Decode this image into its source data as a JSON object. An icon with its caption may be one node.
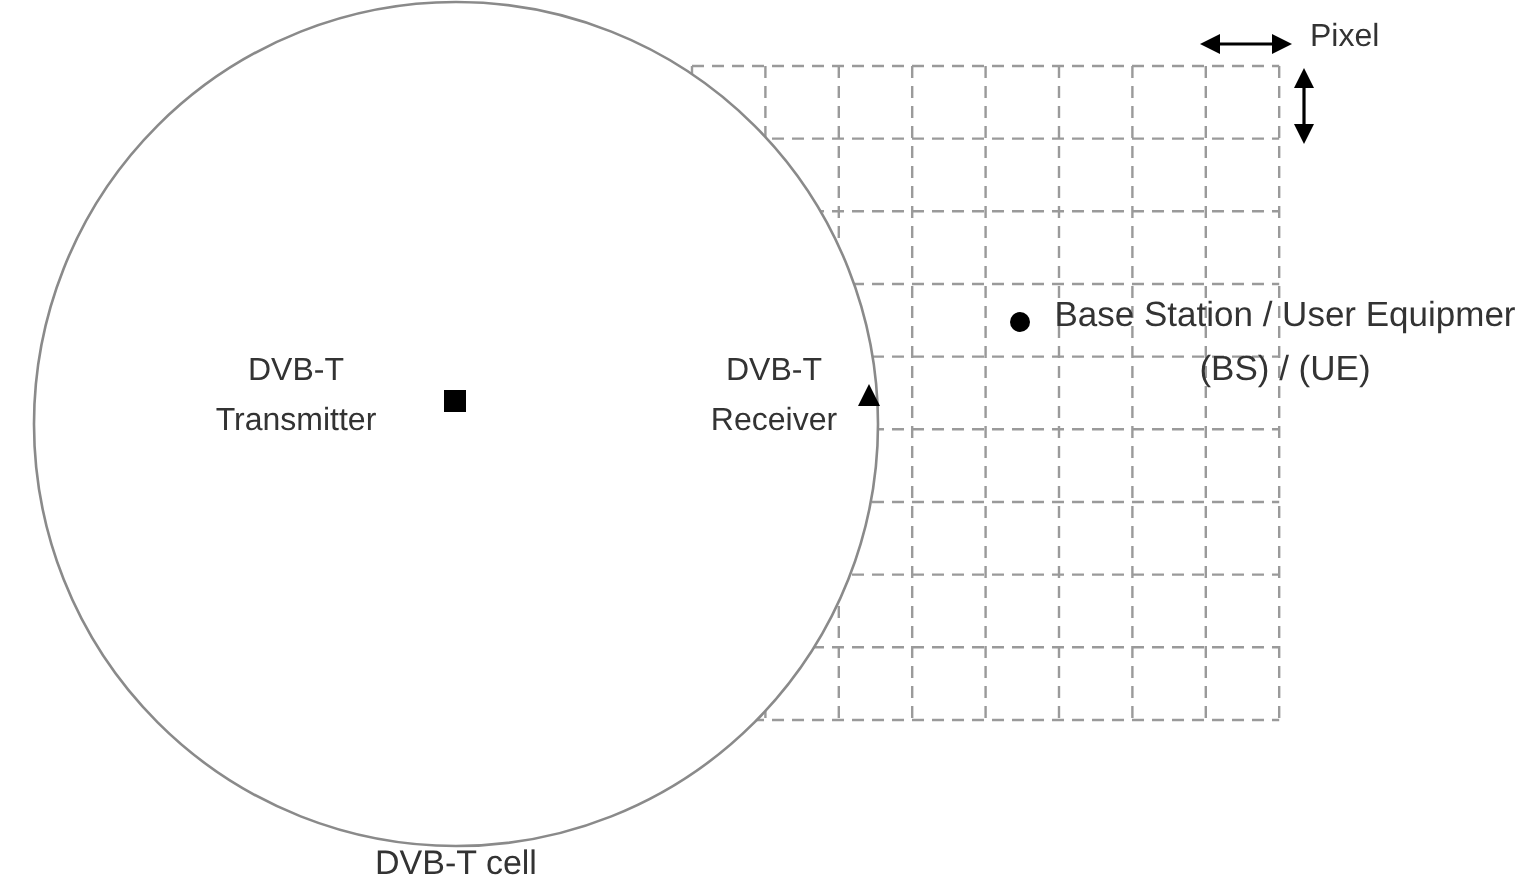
{
  "diagram": {
    "nodes": [
      {
        "text": [
          "DVB-T cell"
        ]
      },
      {
        "text": [
          "DVB-T Transmitter"
        ],
        "in": 0
      },
      {
        "text": [
          "DVB-T Receiver"
        ],
        "in": 0
      },
      {
        "text": [
          "Base Station / User Equipmer (BS) / (UE)"
        ]
      }
    ],
    "labels": [
      "Pixel"
    ]
  }
}
